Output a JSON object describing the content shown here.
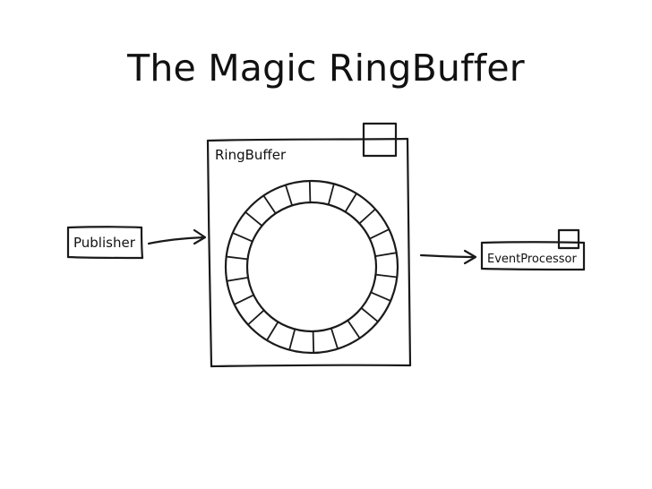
{
  "slide": {
    "title": "The Magic RingBuffer"
  },
  "diagram": {
    "ringbuffer_label": "RingBuffer",
    "publisher_label": "Publisher",
    "event_processor_label": "EventProcessor"
  }
}
